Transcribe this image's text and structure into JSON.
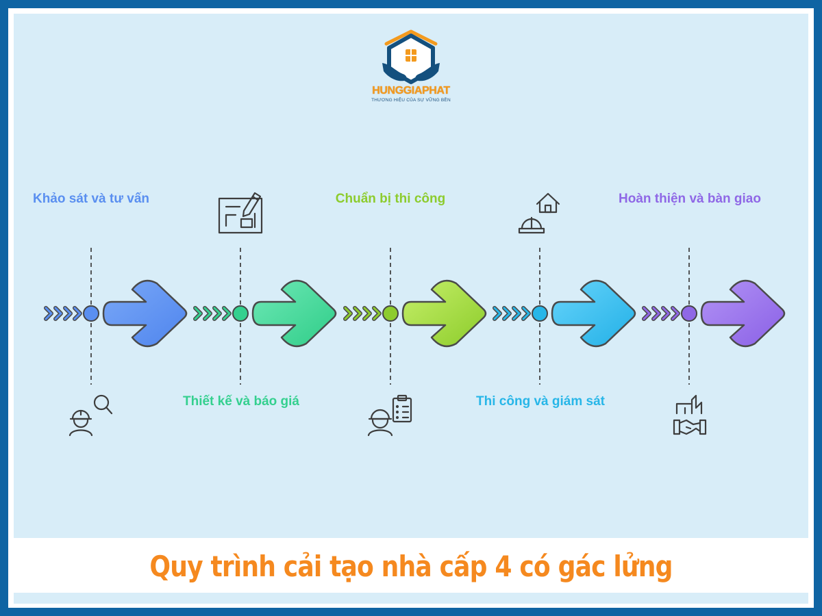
{
  "logo": {
    "name": "HUNGGIAPHAT",
    "slogan": "THƯƠNG HIỆU CỦA SỰ VỮNG BỀN"
  },
  "steps": [
    {
      "label": "Khảo sát và tư vấn",
      "color": "#5a8ff0",
      "icon": "worker-search-icon"
    },
    {
      "label": "Thiết kế và báo giá",
      "color": "#34d08f",
      "icon": "blueprint-icon"
    },
    {
      "label": "Chuẩn bị thi công",
      "color": "#8dcc2e",
      "icon": "worker-checklist-icon"
    },
    {
      "label": "Thi công và giám sát",
      "color": "#27b6e8",
      "icon": "hardhat-house-icon"
    },
    {
      "label": "Hoàn thiện và bàn giao",
      "color": "#8f68e6",
      "icon": "handshake-building-icon"
    }
  ],
  "footer": {
    "title": "Quy trình cải tạo nhà cấp 4 có gác lửng",
    "color": "#f5891f"
  },
  "colors": {
    "frame": "#0f64a3",
    "panel": "#d8edf8"
  }
}
